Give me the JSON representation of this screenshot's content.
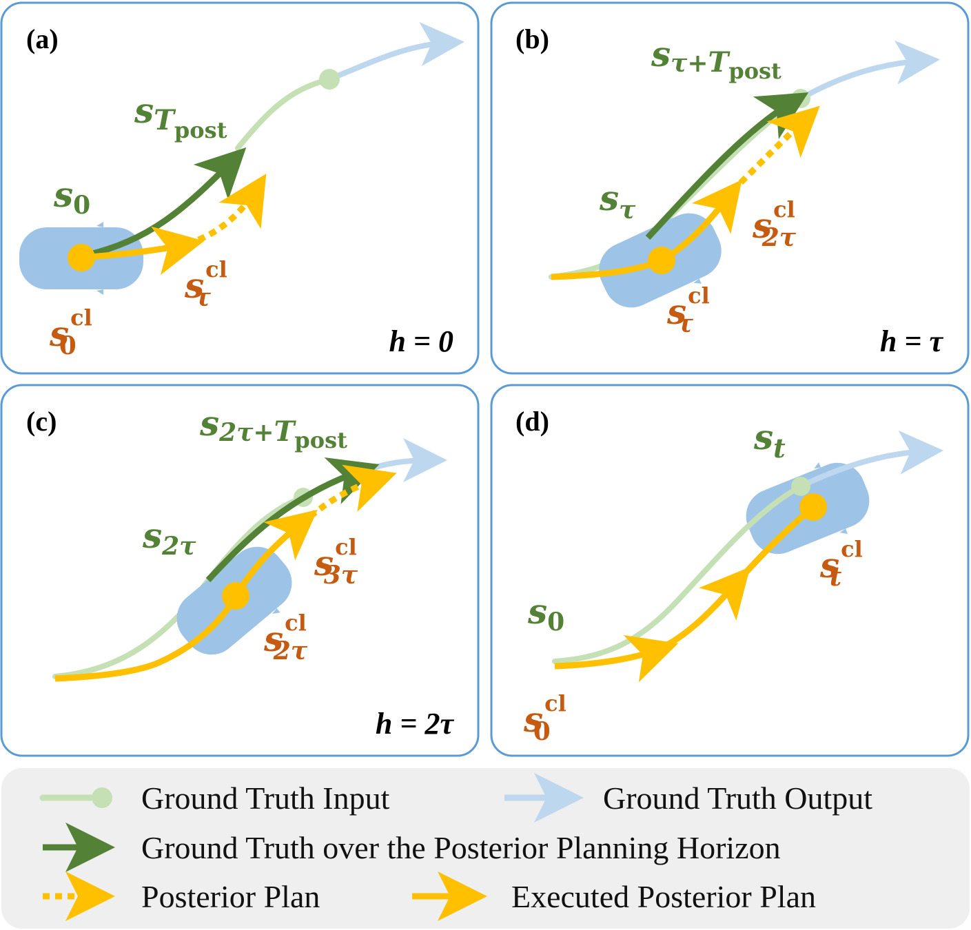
{
  "panels": [
    {
      "letter": "(a)",
      "horizon_label": "h = 0"
    },
    {
      "letter": "(b)",
      "horizon_label": "h = τ"
    },
    {
      "letter": "(c)",
      "horizon_label": "h = 2τ"
    },
    {
      "letter": "(d)",
      "horizon_label": ""
    }
  ],
  "symbols": {
    "s": "s",
    "cl": "cl",
    "zero": "0",
    "tau": "τ",
    "two_tau": "2τ",
    "three_tau": "3τ",
    "t": "t",
    "T": "T",
    "post": "post",
    "tau_plus": "τ+",
    "two_tau_plus": "2τ+"
  },
  "legend": {
    "gt_input": "Ground Truth Input",
    "gt_output": "Ground Truth Output",
    "gt_horizon": "Ground Truth over the Posterior Planning Horizon",
    "posterior_plan": "Posterior Plan",
    "executed_plan": "Executed Posterior Plan"
  },
  "colors": {
    "gt_input": "#c5e0b4",
    "gt_output": "#bdd7ee",
    "gt_horizon": "#538135",
    "plan": "#ffc000",
    "car": "#9dc3e6",
    "frame": "#5b9bd5",
    "green_text": "#538135",
    "orange_text": "#c55a11"
  }
}
